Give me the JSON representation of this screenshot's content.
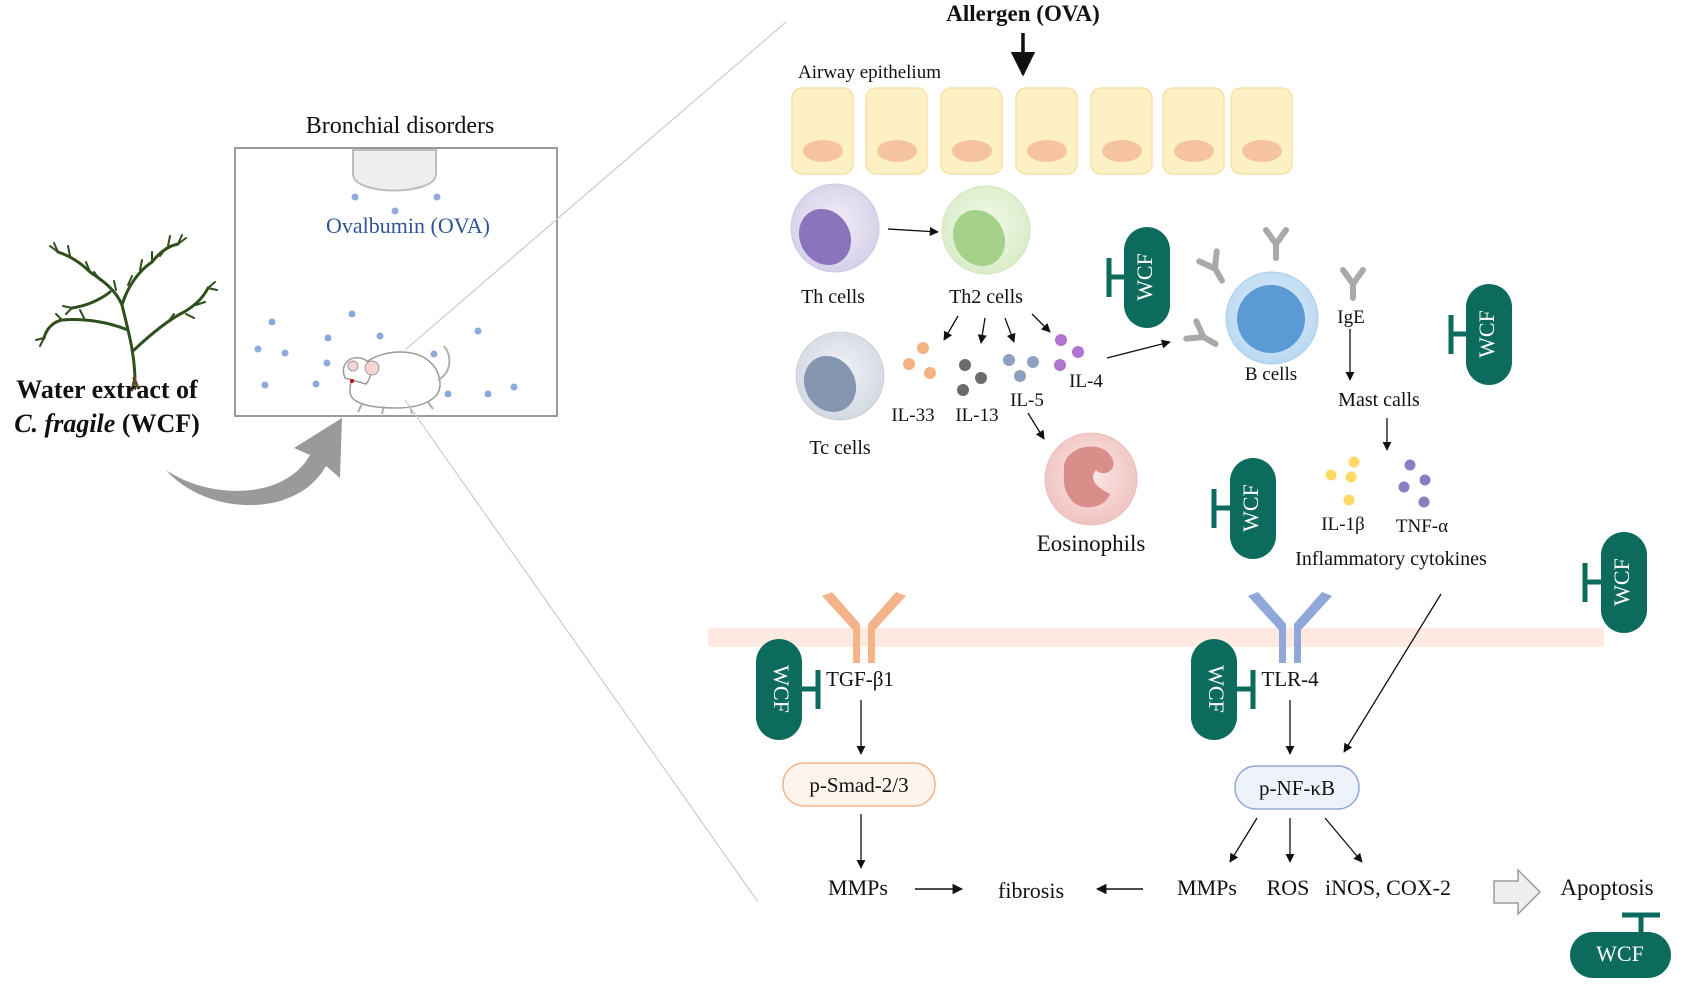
{
  "left": {
    "extract_line1": "Water extract of",
    "extract_line2_italic": "C. fragile",
    "extract_line2_rest": " (WCF)",
    "box_title": "Bronchial disorders",
    "ova_label": "Ovalbumin (OVA)"
  },
  "top": {
    "allergen": "Allergen (OVA)",
    "epithelium": "Airway epithelium"
  },
  "cells": {
    "th": "Th cells",
    "th2": "Th2 cells",
    "tc": "Tc cells",
    "b": "B cells",
    "ige": "IgE",
    "mast": "Mast calls",
    "eosinophils": "Eosinophils"
  },
  "cytokines": {
    "il33": "IL-33",
    "il13": "IL-13",
    "il5": "IL-5",
    "il4": "IL-4",
    "il1b": "IL-1β",
    "tnfa": "TNF-α",
    "inflammatory": "Inflammatory  cytokines"
  },
  "pathway": {
    "tgfb1": "TGF-β1",
    "tlr4": "TLR-4",
    "psmad": "p-Smad-2/3",
    "pnfkb": "p-NF-κB",
    "mmps_left": "MMPs",
    "fibrosis": "fibrosis",
    "mmps_right": "MMPs",
    "ros": "ROS",
    "inos": "iNOS, COX-2",
    "apoptosis": "Apoptosis"
  },
  "inhibitor": {
    "label": "WCF"
  },
  "colors": {
    "wcf": "#0d6b5e",
    "epithelium_cell": "#fdf0c4",
    "nucleus": "#f6c3a0",
    "membrane": "#fde3d6",
    "tgf_receptor": "#f4b389",
    "tlr_receptor": "#8fa8d9",
    "antibody": "#a9a9a9"
  }
}
